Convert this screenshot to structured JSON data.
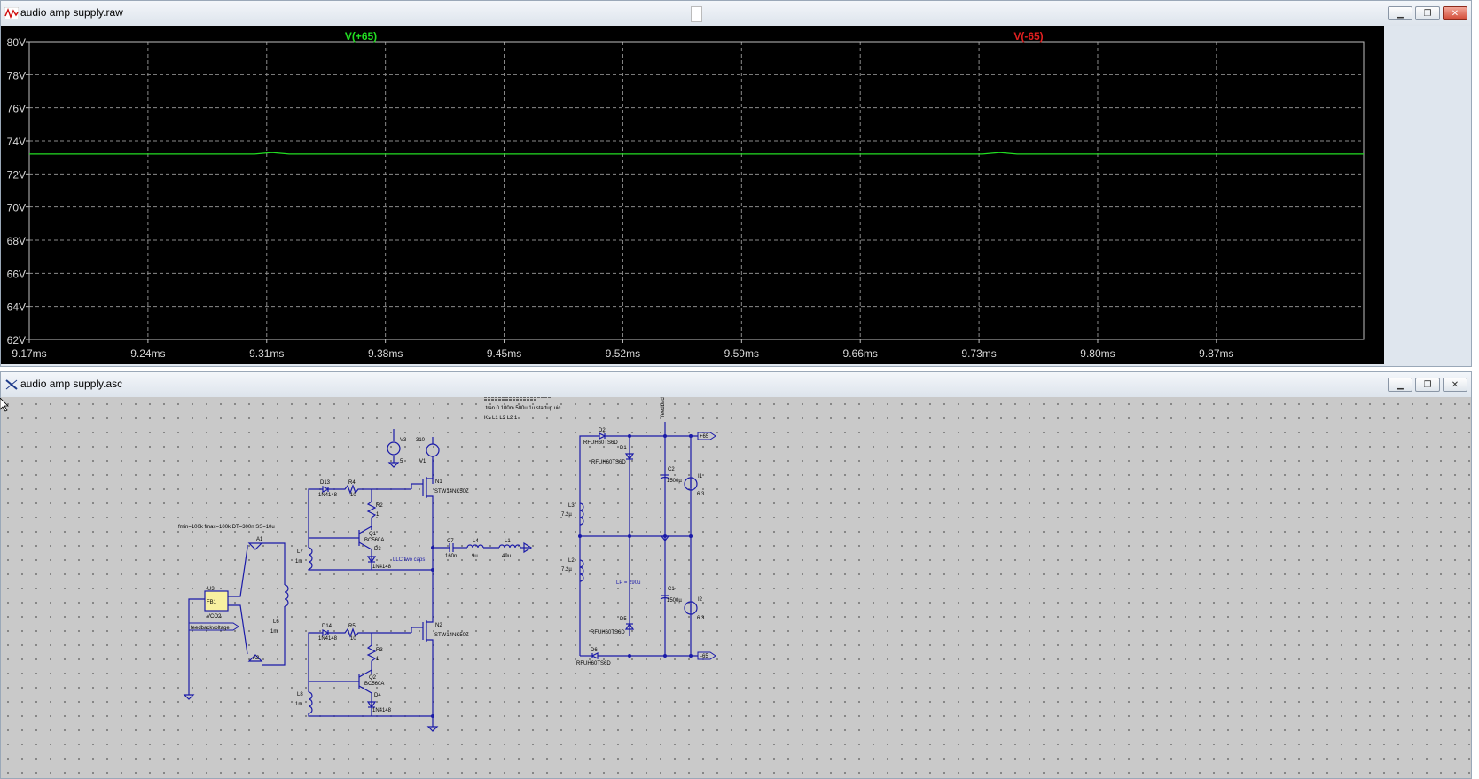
{
  "waveform_window": {
    "title": "audio amp supply.raw",
    "traces": [
      {
        "name": "V(+65)",
        "color": "#22dd22"
      },
      {
        "name": "V(-65)",
        "color": "#e02020"
      }
    ],
    "y_ticks": [
      "80V",
      "78V",
      "76V",
      "74V",
      "72V",
      "70V",
      "68V",
      "66V",
      "64V",
      "62V"
    ],
    "x_ticks": [
      "9.17ms",
      "9.24ms",
      "9.31ms",
      "9.38ms",
      "9.45ms",
      "9.52ms",
      "9.59ms",
      "9.66ms",
      "9.73ms",
      "9.80ms",
      "9.87ms"
    ]
  },
  "chart_data": {
    "type": "line",
    "x": [
      9.17,
      9.24,
      9.3,
      9.31,
      9.32,
      9.38,
      9.45,
      9.52,
      9.59,
      9.66,
      9.72,
      9.73,
      9.74,
      9.8,
      9.87,
      9.94
    ],
    "series": [
      {
        "name": "V(+65)",
        "values": [
          73.2,
          73.2,
          73.2,
          73.3,
          73.2,
          73.2,
          73.2,
          73.2,
          73.2,
          73.2,
          73.2,
          73.3,
          73.2,
          73.2,
          73.2,
          73.2
        ]
      }
    ],
    "xlim": [
      9.17,
      9.94
    ],
    "ylim": [
      62,
      80
    ],
    "grid": true
  },
  "schematic_window": {
    "title": "audio amp supply.asc",
    "directives": [
      ".tran 0 100m 500u 1u startup uic",
      "K1 L1 L3 L2 1"
    ],
    "param_text": "fmin=100k fmax=100k DT=300n SS=10u",
    "notes": [
      "LLC two caps",
      "LP = 290u"
    ],
    "labels": {
      "V3": "V3",
      "V3_val": "5",
      "V1": "V1",
      "V1_val": "310",
      "N1": "N1",
      "N1_model": "STW14NK50Z",
      "N2": "N2",
      "N2_model": "STW14NK50Z",
      "D13": "D13",
      "D13_model": "1N4148",
      "R4": "R4",
      "R4_val": "10",
      "R2": "R2",
      "R2_val": "1",
      "Q1": "Q1",
      "Q1_model": "BC560A",
      "D3": "D3",
      "D3_model": "1N4148",
      "L7": "L7",
      "L7_val": "1m",
      "C7": "C7",
      "C7_val": "160n",
      "L4": "L4",
      "L4_val": "9u",
      "L1": "L1",
      "L1_val": "49u",
      "A1": "A1",
      "A2": "A2",
      "U3": "U3",
      "U3_pin": "FB1",
      "U3_model": "VCO2",
      "L6": "L6",
      "L6_val": "1m",
      "feedback_label": "feedbackvoltage",
      "D14": "D14",
      "D14_model": "1N4148",
      "R5": "R5",
      "R5_val": "10",
      "R3": "R3",
      "R3_val": "1",
      "Q2": "Q2",
      "Q2_model": "BC560A",
      "D4": "D4",
      "D4_model": "1N4148",
      "L8": "L8",
      "L8_val": "1m",
      "feedback_top": "feedback",
      "D2": "D2",
      "D2_model": "RFUH60TS6D",
      "D1": "D1",
      "D1_model": "RFUH60TS6D",
      "C2": "C2",
      "C2_val": "1500µ",
      "I1": "I1",
      "I1_val": "6.3",
      "L3": "L3",
      "L3_val": "7.2µ",
      "L2": "L2",
      "L2_val": "7.2µ",
      "C1": "C1",
      "C1_val": "1500µ",
      "I2": "I2",
      "I2_val": "6.3",
      "D5": "D5",
      "D5_model": "RFUH60TS6D",
      "D6": "D6",
      "D6_model": "RFUH60TS6D",
      "port_pos": "+65",
      "port_neg": "-65"
    }
  }
}
